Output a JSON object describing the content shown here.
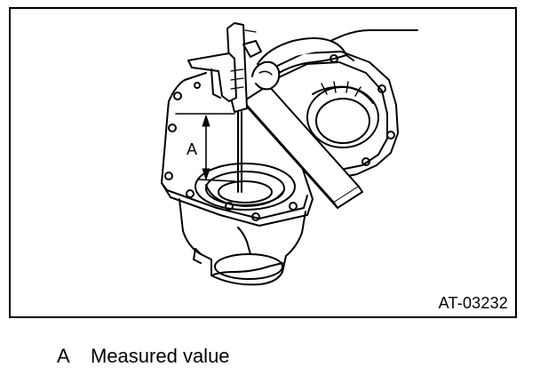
{
  "figure": {
    "id": "AT-03232",
    "dimension_label": "A"
  },
  "legend": {
    "items": [
      {
        "key": "A",
        "text": "Measured value"
      }
    ]
  }
}
